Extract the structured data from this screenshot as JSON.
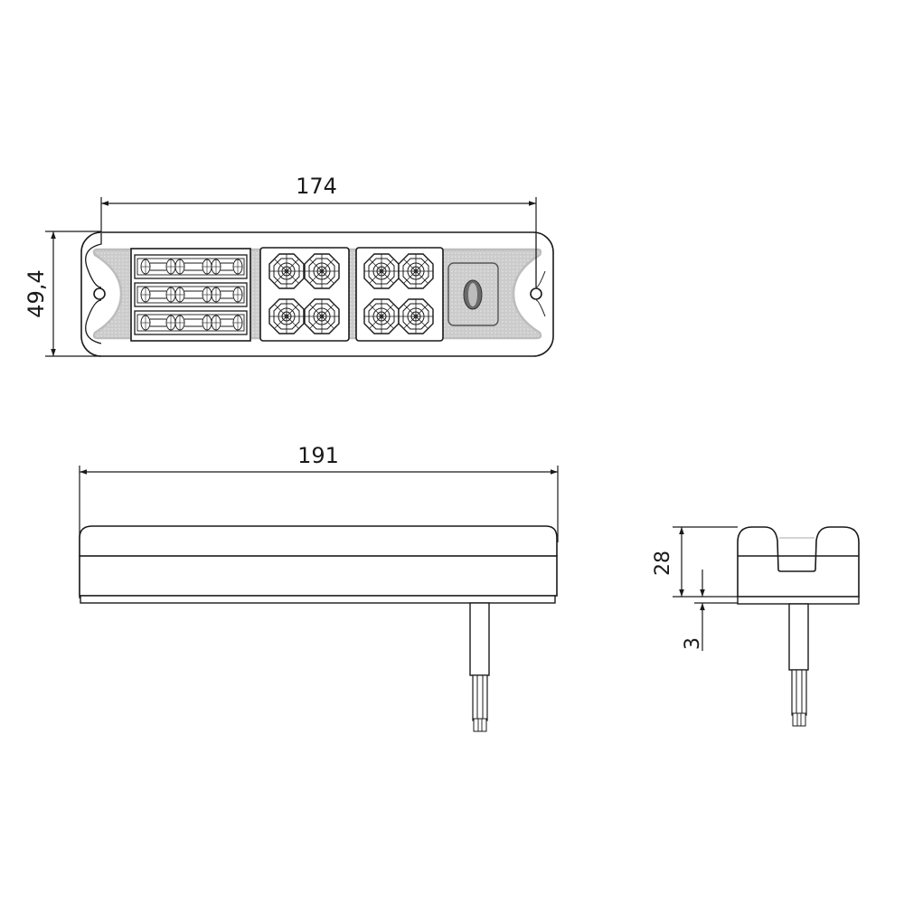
{
  "drawing": {
    "title": "LED rear lamp dimension drawing",
    "units": "mm",
    "line_color": "#1a1a1a",
    "fill_pattern_color": "#9a9a9a"
  },
  "top_view": {
    "width_dim": "174",
    "height_dim": "49,4",
    "sections": [
      {
        "name": "strip-led-module",
        "rows": 3,
        "leds_per_row": 6
      },
      {
        "name": "octagon-led-module-1",
        "leds": 4
      },
      {
        "name": "octagon-led-module-2",
        "leds": 4
      },
      {
        "name": "reflector-window",
        "leds": 1
      }
    ],
    "mounting_holes": 2
  },
  "front_view": {
    "width_dim": "191"
  },
  "side_view": {
    "height_dim": "28",
    "base_dim": "3"
  }
}
